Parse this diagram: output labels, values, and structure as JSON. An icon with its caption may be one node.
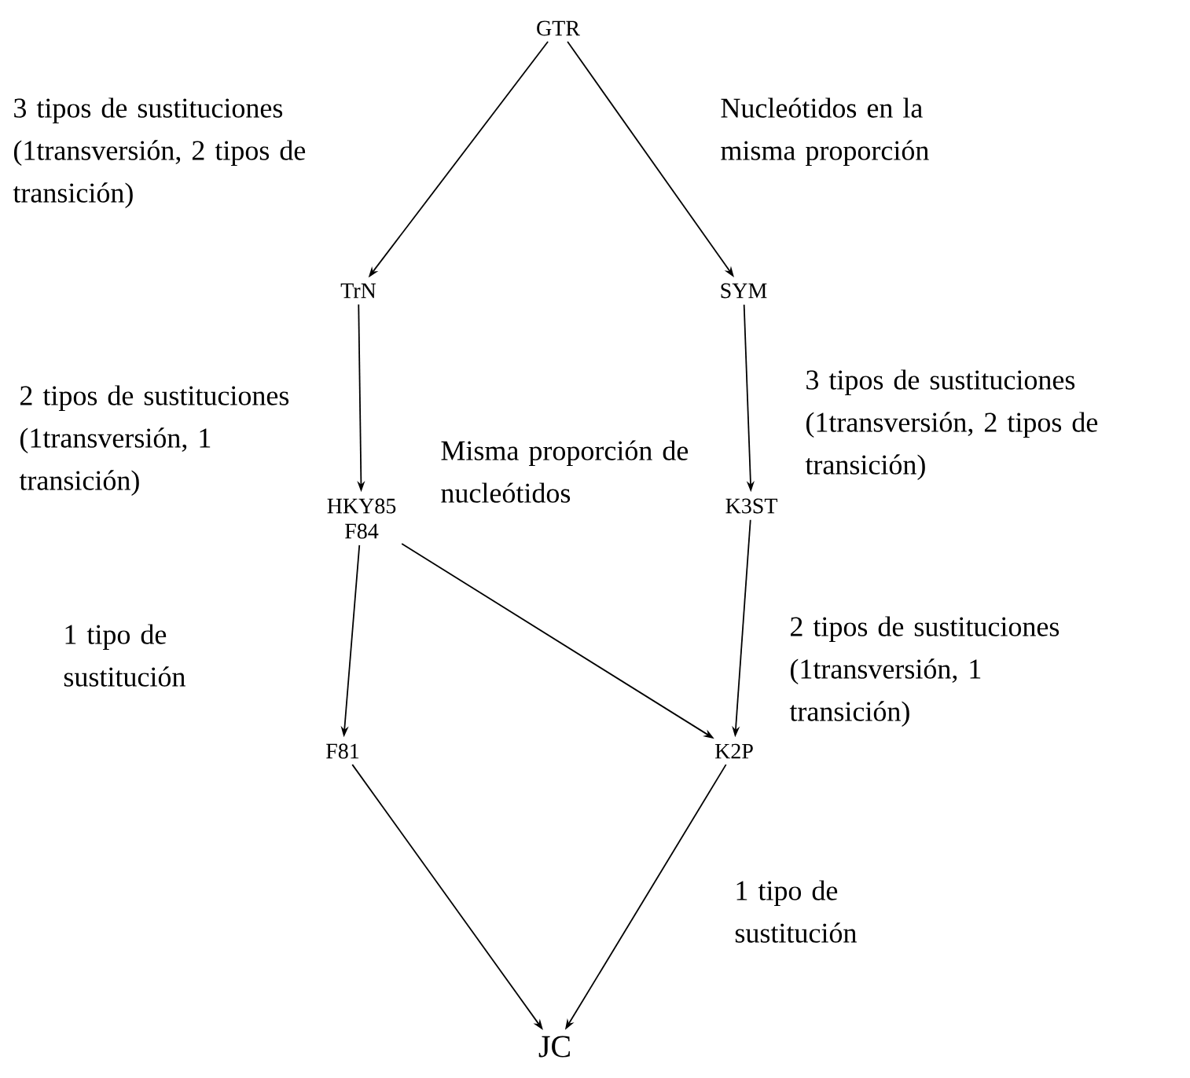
{
  "diagram": {
    "nodes": [
      {
        "text": [
          "GTR"
        ]
      },
      {
        "text": [
          "TrN"
        ]
      },
      {
        "text": [
          "SYM"
        ]
      },
      {
        "text": [
          "HKY85",
          "F84"
        ]
      },
      {
        "text": [
          "K3ST"
        ]
      },
      {
        "text": [
          "F81"
        ]
      },
      {
        "text": [
          "K2P"
        ]
      },
      {
        "text": [
          "JC"
        ]
      }
    ],
    "edges": [
      {
        "from": 0,
        "to": 1,
        "arrow": "to"
      },
      {
        "from": 0,
        "to": 2,
        "arrow": "to"
      },
      {
        "from": 1,
        "to": 3,
        "arrow": "to"
      },
      {
        "from": 2,
        "to": 4,
        "arrow": "to"
      },
      {
        "from": 3,
        "to": 5,
        "arrow": "to"
      },
      {
        "from": 3,
        "to": 6,
        "arrow": "to"
      },
      {
        "from": 4,
        "to": 6,
        "arrow": "to"
      },
      {
        "from": 5,
        "to": 7,
        "arrow": "to"
      },
      {
        "from": 6,
        "to": 7,
        "arrow": "to"
      }
    ],
    "labels": [
      "3 tipos de sustituciones (1transversión, 2 tipos de transición)",
      "Nucleótidos en la misma proporción",
      "2 tipos de sustituciones (1transversión, 1 transición)",
      "Misma proporción de nucleótidos",
      "3 tipos de sustituciones (1transversión, 2 tipos de transición)",
      "1 tipo de sustitución",
      "2 tipos de sustituciones (1transversión, 1 transición)",
      "1 tipo de sustitución"
    ]
  }
}
